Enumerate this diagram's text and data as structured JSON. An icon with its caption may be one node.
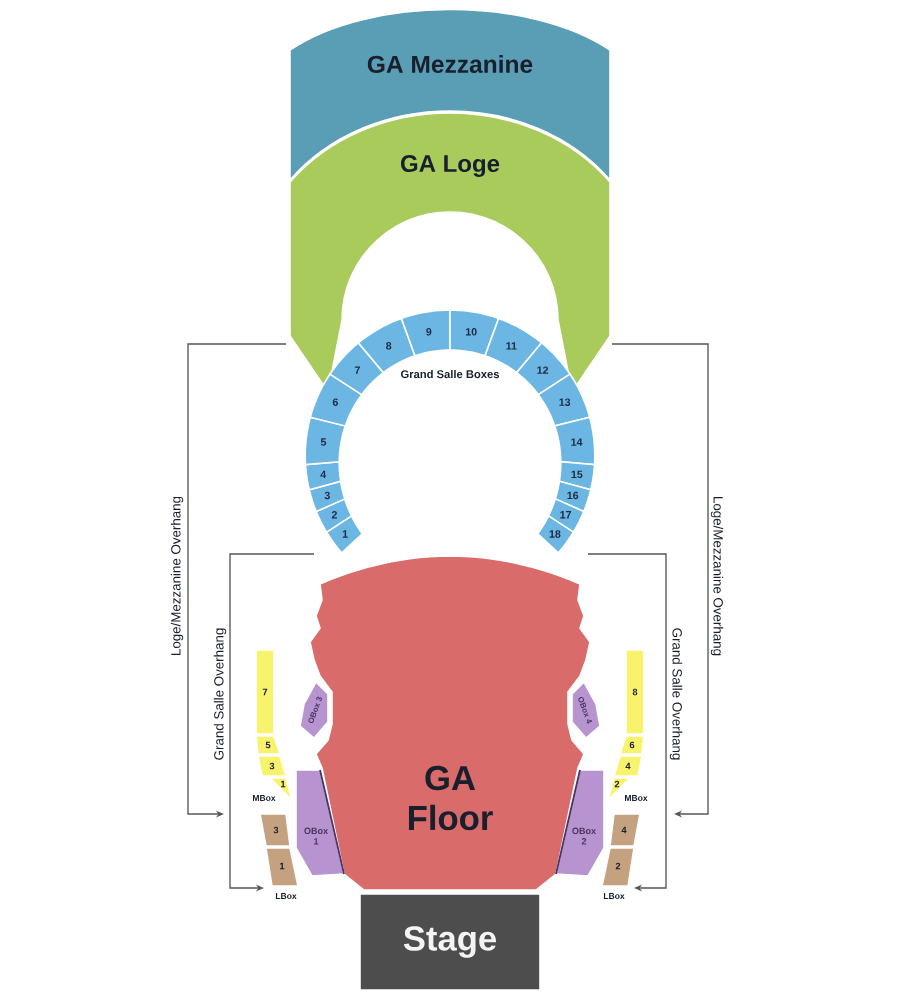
{
  "diagram": {
    "nodes": [
      {
        "text": [
          "GA Mezzanine"
        ]
      },
      {
        "text": [
          "GA Loge"
        ]
      },
      {
        "text": [
          "1"
        ]
      },
      {
        "text": [
          "2"
        ]
      },
      {
        "text": [
          "3"
        ]
      },
      {
        "text": [
          "4"
        ]
      },
      {
        "text": [
          "5"
        ]
      },
      {
        "text": [
          "6"
        ]
      },
      {
        "text": [
          "7"
        ]
      },
      {
        "text": [
          "8"
        ]
      },
      {
        "text": [
          "9"
        ]
      },
      {
        "text": [
          "10"
        ]
      },
      {
        "text": [
          "11"
        ]
      },
      {
        "text": [
          "12"
        ]
      },
      {
        "text": [
          "13"
        ]
      },
      {
        "text": [
          "14"
        ]
      },
      {
        "text": [
          "15"
        ]
      },
      {
        "text": [
          "16"
        ]
      },
      {
        "text": [
          "17"
        ]
      },
      {
        "text": [
          "18"
        ]
      },
      {
        "text": [
          "GA Floor"
        ]
      },
      {
        "text": [
          "OBox 3"
        ]
      },
      {
        "text": [
          "7"
        ]
      },
      {
        "text": [
          "5"
        ]
      },
      {
        "text": [
          "3"
        ]
      },
      {
        "text": [
          "1"
        ]
      },
      {
        "text": [
          "OBox 1"
        ]
      },
      {
        "text": [
          "3"
        ]
      },
      {
        "text": [
          "1"
        ]
      },
      {
        "text": [
          "OBox 4"
        ]
      },
      {
        "text": [
          "8"
        ]
      },
      {
        "text": [
          "6"
        ]
      },
      {
        "text": [
          "4"
        ]
      },
      {
        "text": [
          "2"
        ]
      },
      {
        "text": [
          "OBox 2"
        ]
      },
      {
        "text": [
          "4"
        ]
      },
      {
        "text": [
          "2"
        ]
      },
      {
        "text": [
          "Stage"
        ]
      }
    ],
    "labels": [
      "Grand Salle Boxes",
      "Loge/Mezzanine Overhang",
      "Loge/Mezzanine Overhang",
      "Grand Salle Overhang",
      "Grand Salle Overhang",
      "MBox",
      "MBox",
      "LBox",
      "LBox"
    ]
  }
}
